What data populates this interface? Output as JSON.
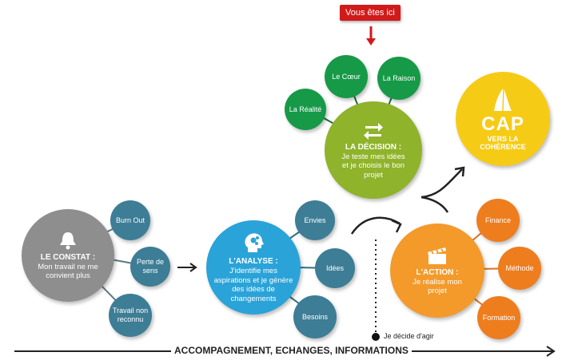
{
  "here_tag": "Vous êtes ici",
  "constat": {
    "title": "LE CONSTAT :",
    "text": "Mon travail ne me convient plus",
    "satellites": [
      "Burn Out",
      "Perte de sens",
      "Travail non reconnu"
    ]
  },
  "analyse": {
    "title": "L'ANALYSE :",
    "text": "J'identifie mes aspirations et je génère des idées de changements",
    "satellites": [
      "Envies",
      "Idées",
      "Besoins"
    ]
  },
  "decision": {
    "title": "LA DÉCISION :",
    "text": "Je teste mes idées et je choisis le bon projet",
    "satellites": [
      "La Réalité",
      "Le Cœur",
      "La Raison"
    ]
  },
  "action": {
    "title": "L'ACTION :",
    "text": "Je réalise mon projet",
    "satellites": [
      "Finance",
      "Méthode",
      "Formation"
    ]
  },
  "cap": {
    "title": "CAP",
    "subtitle": "VERS LA COHÉRENCE"
  },
  "decide_label": "Je décide d'agir",
  "bottom_label": "ACCOMPAGNEMENT, ECHANGES, INFORMATIONS",
  "colors": {
    "grey": "#8e8e8e",
    "blue": "#2aa3d8",
    "teal": "#3d7d96",
    "green_dark": "#169a48",
    "green_olive": "#8fb32a",
    "orange": "#f39a2b",
    "orange_small": "#ee7d1e",
    "yellow": "#f6cb16",
    "red": "#d11a1a"
  },
  "icons": {
    "constat": "bell-icon",
    "analyse": "head-gears-icon",
    "decision": "swap-arrows-icon",
    "action": "clapperboard-icon",
    "cap": "sail-icon"
  }
}
